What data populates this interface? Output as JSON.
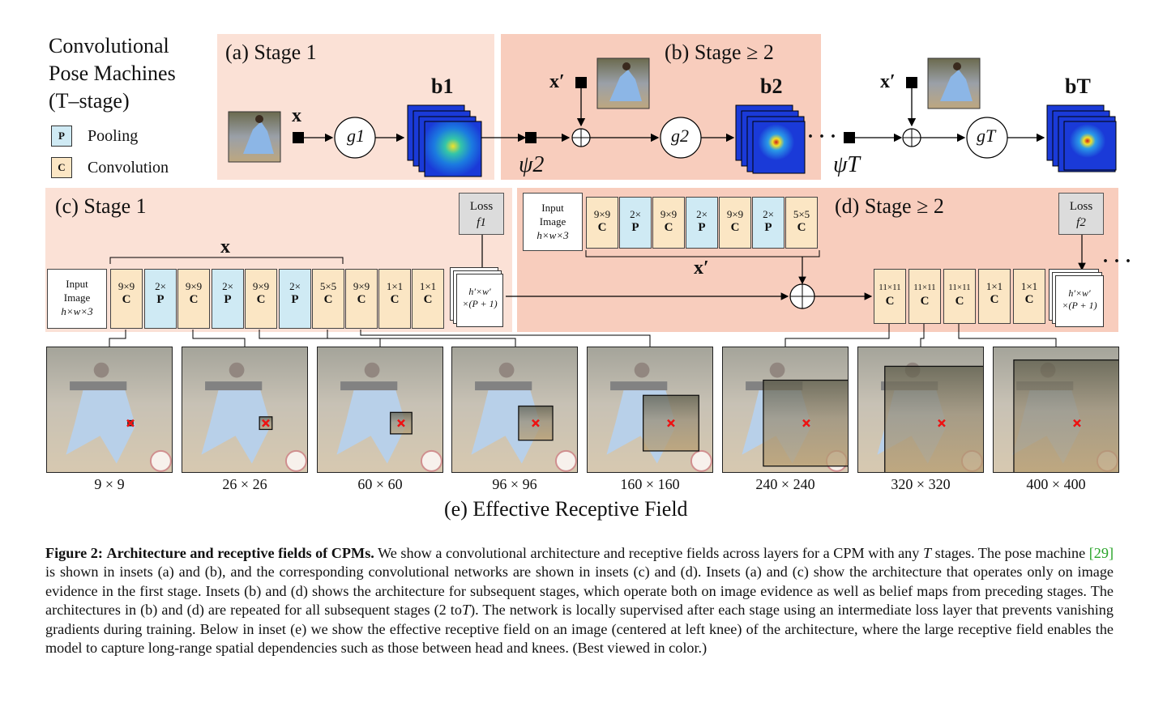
{
  "legend": {
    "title_lines": [
      "Convolutional",
      "Pose Machines",
      "(T–stage)"
    ],
    "pool_key": "P",
    "pool_label": "Pooling",
    "conv_key": "C",
    "conv_label": "Convolution"
  },
  "panels": {
    "a": "(a) Stage 1",
    "b": "(b) Stage ≥ 2",
    "c": "(c) Stage 1",
    "d": "(d) Stage ≥ 2",
    "e": "(e) Effective Receptive Field"
  },
  "symbols": {
    "x": "x",
    "x_prime": "x′",
    "g1": "g1",
    "g2": "g2",
    "gT": "gT",
    "b1": "b1",
    "b2": "b2",
    "bT": "bT",
    "psi2": "ψ2",
    "psiT": "ψT",
    "dots": "· · ·"
  },
  "stage1_blocks": [
    {
      "top": "Input",
      "mid": "Image",
      "bot": "h×w×3",
      "kind": "input"
    },
    {
      "top": "9×9",
      "bot": "C",
      "kind": "conv"
    },
    {
      "top": "2×",
      "bot": "P",
      "kind": "pool"
    },
    {
      "top": "9×9",
      "bot": "C",
      "kind": "conv"
    },
    {
      "top": "2×",
      "bot": "P",
      "kind": "pool"
    },
    {
      "top": "9×9",
      "bot": "C",
      "kind": "conv"
    },
    {
      "top": "2×",
      "bot": "P",
      "kind": "pool"
    },
    {
      "top": "5×5",
      "bot": "C",
      "kind": "conv"
    },
    {
      "top": "9×9",
      "bot": "C",
      "kind": "conv"
    },
    {
      "top": "1×1",
      "bot": "C",
      "kind": "conv"
    },
    {
      "top": "1×1",
      "bot": "C",
      "kind": "conv"
    }
  ],
  "stage2_blocks": [
    {
      "top": "Input",
      "mid": "Image",
      "bot": "h×w×3",
      "kind": "input"
    },
    {
      "top": "9×9",
      "bot": "C",
      "kind": "conv"
    },
    {
      "top": "2×",
      "bot": "P",
      "kind": "pool"
    },
    {
      "top": "9×9",
      "bot": "C",
      "kind": "conv"
    },
    {
      "top": "2×",
      "bot": "P",
      "kind": "pool"
    },
    {
      "top": "9×9",
      "bot": "C",
      "kind": "conv"
    },
    {
      "top": "2×",
      "bot": "P",
      "kind": "pool"
    },
    {
      "top": "5×5",
      "bot": "C",
      "kind": "conv"
    }
  ],
  "stage2_tail_blocks": [
    {
      "top": "11×11",
      "bot": "C"
    },
    {
      "top": "11×11",
      "bot": "C"
    },
    {
      "top": "11×11",
      "bot": "C"
    },
    {
      "top": "1×1",
      "bot": "C"
    },
    {
      "top": "1×1",
      "bot": "C"
    }
  ],
  "loss1": {
    "top": "Loss",
    "bot": "f1"
  },
  "loss2": {
    "top": "Loss",
    "bot": "f2"
  },
  "belief_box": {
    "line1": "h′×w′",
    "line2": "×(P + 1)"
  },
  "rf_labels": [
    "9 × 9",
    "26 × 26",
    "60 × 60",
    "96 × 96",
    "160 × 160",
    "240 × 240",
    "320 × 320",
    "400 × 400"
  ],
  "rf_box_fractions": [
    0.04,
    0.1,
    0.17,
    0.27,
    0.44,
    0.68,
    0.9,
    1.0
  ],
  "caption": {
    "label": "Figure 2:",
    "bold_title": "Architecture and receptive fields of CPMs.",
    "text1": "We show a convolutional architecture and receptive fields across layers for a CPM with any",
    "T": "T",
    "text2": "stages. The pose machine",
    "cite": "[29]",
    "text3": "is shown in insets (a) and (b), and the corresponding convolutional networks are shown in insets (c) and (d). Insets (a) and (c) show the architecture that operates only on image evidence in the first stage. Insets (b) and (d) shows the architecture for subsequent stages, which operate both on image evidence as well as belief maps from preceding stages. The architectures in (b) and (d) are repeated for all subsequent stages (2 to",
    "text4": "). The network is locally supervised after each stage using an intermediate loss layer that prevents vanishing gradients during training. Below in inset (e) we show the effective receptive field on an image (centered at left knee) of the architecture, where the large receptive field enables the model to capture long-range spatial dependencies such as those between head and knees. (Best viewed in color.)"
  },
  "colors": {
    "panel_light": "#fbe1d6",
    "panel_dark": "#f8cdbd",
    "conv": "#fbe6c4",
    "pool": "#cfeaf4",
    "cite_green": "#2aa42a",
    "heatmap_blue": "#1a3ad8"
  }
}
